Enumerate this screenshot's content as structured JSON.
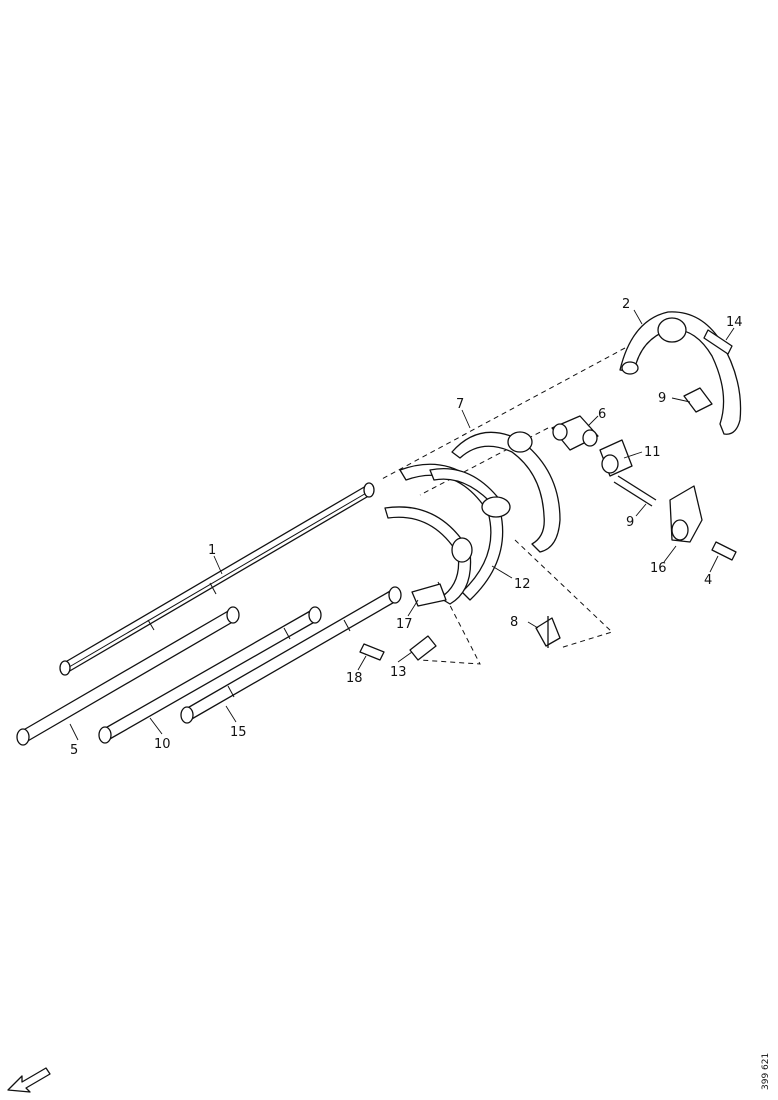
{
  "callouts": {
    "c1": "1",
    "c2": "2",
    "c4": "4",
    "c5": "5",
    "c6": "6",
    "c7": "7",
    "c8": "8",
    "c9a": "9",
    "c9b": "9",
    "c10": "10",
    "c11": "11",
    "c12": "12",
    "c13": "13",
    "c14": "14",
    "c15": "15",
    "c16": "16",
    "c17": "17",
    "c18": "18"
  },
  "reference_code": "399 621"
}
